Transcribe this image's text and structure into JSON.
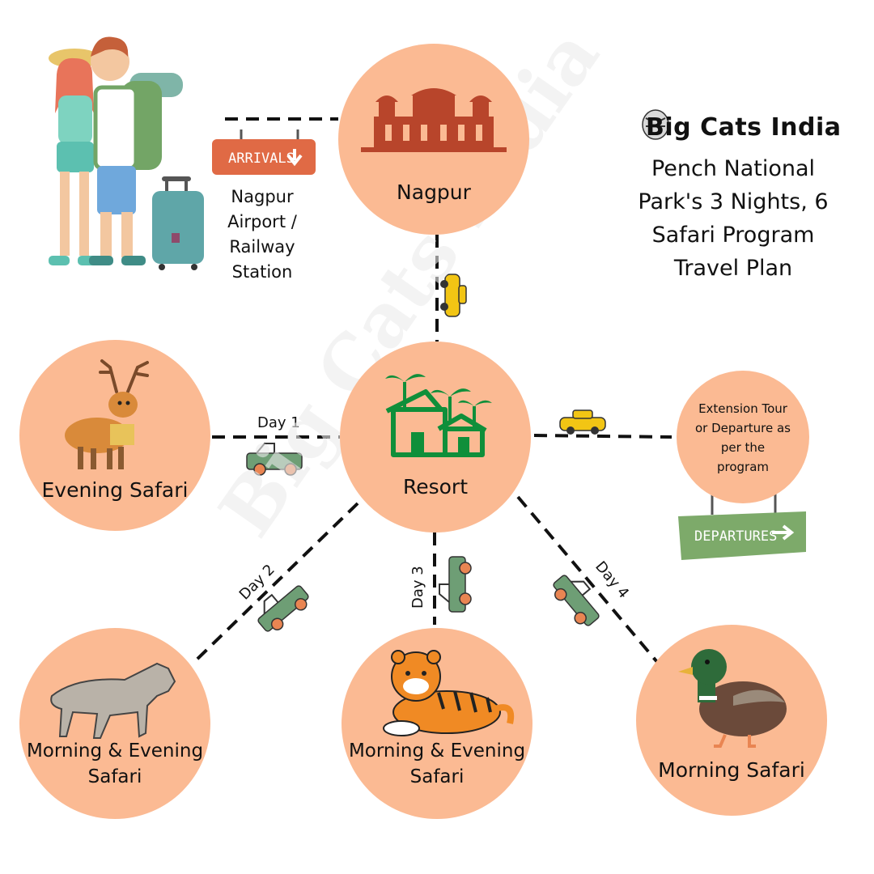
{
  "brand": {
    "name": "Big Cats India"
  },
  "title": {
    "lines": [
      "Pench National",
      "Park's 3 Nights, 6",
      "Safari Program",
      "Travel Plan"
    ]
  },
  "watermark": {
    "text": "Big Cats India"
  },
  "nodes": {
    "nagpur": {
      "label": "Nagpur"
    },
    "resort": {
      "label": "Resort"
    },
    "arrival_point": {
      "lines": [
        "Nagpur",
        "Airport /",
        "Railway",
        "Station"
      ]
    },
    "extension": {
      "lines": [
        "Extension Tour",
        "or Departure as",
        "per the",
        "program"
      ]
    },
    "evening_safari": {
      "label": "Evening Safari"
    },
    "day2_safari": {
      "lines": [
        "Morning & Evening",
        "Safari"
      ]
    },
    "day3_safari": {
      "lines": [
        "Morning & Evening",
        "Safari"
      ]
    },
    "morning_safari": {
      "label": "Morning Safari"
    }
  },
  "signs": {
    "arrivals": "ARRIVALS",
    "departures": "DEPARTURES"
  },
  "days": {
    "day1": "Day 1",
    "day2": "Day 2",
    "day3": "Day 3",
    "day4": "Day 4"
  },
  "colors": {
    "circle": "#FBBA93",
    "arrivals_sign": "#E06A45",
    "departures_sign": "#7DAA6A",
    "jeep": "#6E9E75",
    "wheel": "#E98552",
    "resort_icon": "#0F8F3A",
    "fort": "#B8452B",
    "taxi": "#F2C514"
  }
}
